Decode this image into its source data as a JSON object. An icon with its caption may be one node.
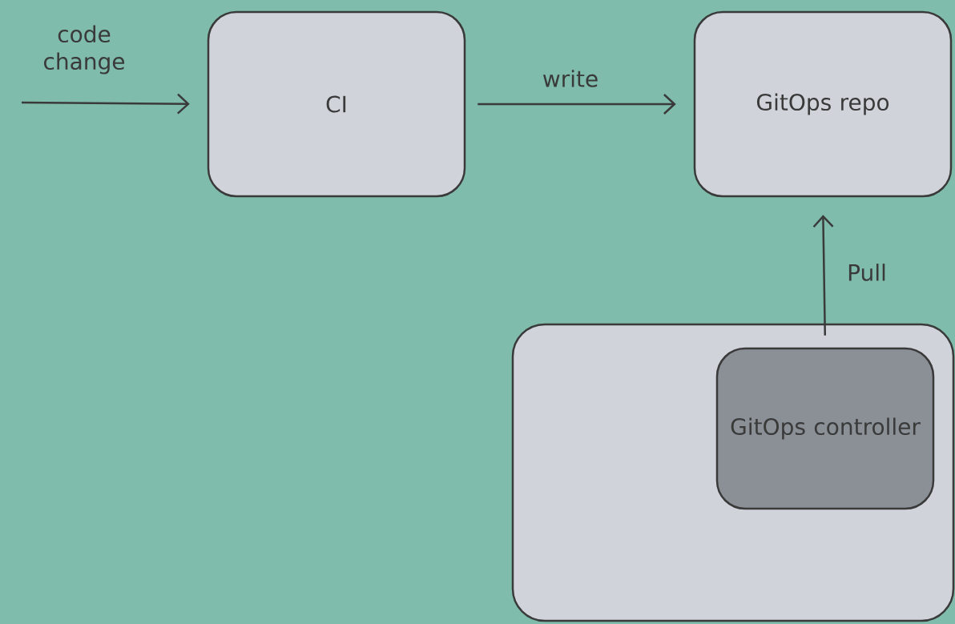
{
  "diagram": {
    "nodes": [
      {
        "text": [
          "CI"
        ]
      },
      {
        "text": [
          "GitOps repo"
        ]
      },
      {
        "text": [],
        "shape": "box"
      },
      {
        "text": [
          "GitOps controller"
        ],
        "in": 2
      }
    ],
    "edges": [
      {
        "from": null,
        "to": 0,
        "arrow": "to",
        "label": "code change"
      },
      {
        "from": 0,
        "to": 1,
        "arrow": "to",
        "label": "write"
      },
      {
        "from": 3,
        "to": 1,
        "arrow": "to",
        "label": "Pull"
      }
    ]
  }
}
